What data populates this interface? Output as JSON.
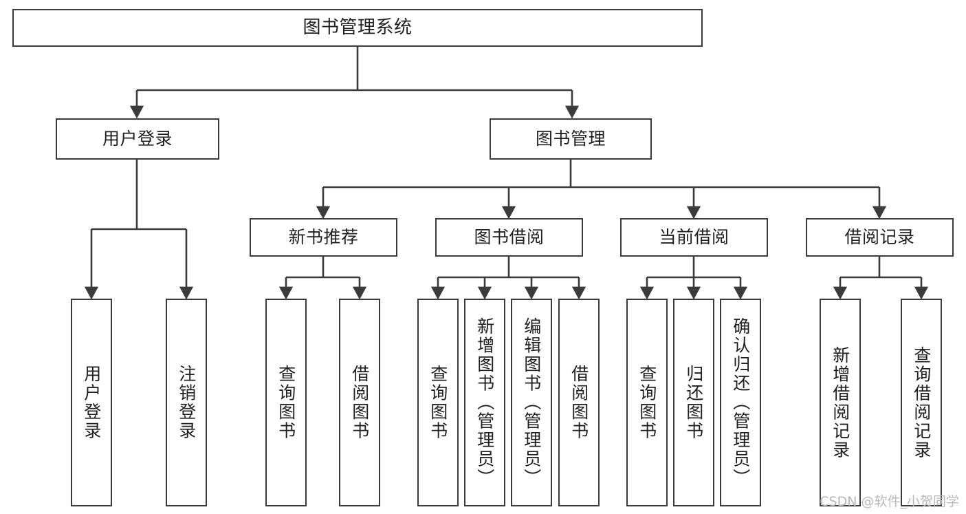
{
  "diagram": {
    "title": "图书管理系统",
    "type": "tree",
    "orientation": "top-down",
    "line_color": "#3b3b3b",
    "box_fill": "#ffffff",
    "text_color": "#1f1f1f",
    "nodes": {
      "root": {
        "label": "图书管理系统"
      },
      "level1": [
        {
          "label": "用户登录"
        },
        {
          "label": "图书管理"
        }
      ],
      "level2": [
        {
          "label": "新书推荐"
        },
        {
          "label": "图书借阅"
        },
        {
          "label": "当前借阅"
        },
        {
          "label": "借阅记录"
        }
      ],
      "leaves": {
        "user_login": [
          {
            "label": "用户登录"
          },
          {
            "label": "注销登录"
          }
        ],
        "new_book_recommend": [
          {
            "label": "查询图书"
          },
          {
            "label": "借阅图书"
          }
        ],
        "book_borrow": [
          {
            "label": "查询图书"
          },
          {
            "label": "新增图书（管理员）"
          },
          {
            "label": "编辑图书（管理员）"
          },
          {
            "label": "借阅图书"
          }
        ],
        "current_borrow": [
          {
            "label": "查询图书"
          },
          {
            "label": "归还图书"
          },
          {
            "label": "确认归还（管理员）"
          }
        ],
        "borrow_record": [
          {
            "label": "新增借阅记录"
          },
          {
            "label": "查询借阅记录"
          }
        ]
      }
    }
  },
  "watermark": {
    "text": "CSDN @软件_小贺同学"
  }
}
